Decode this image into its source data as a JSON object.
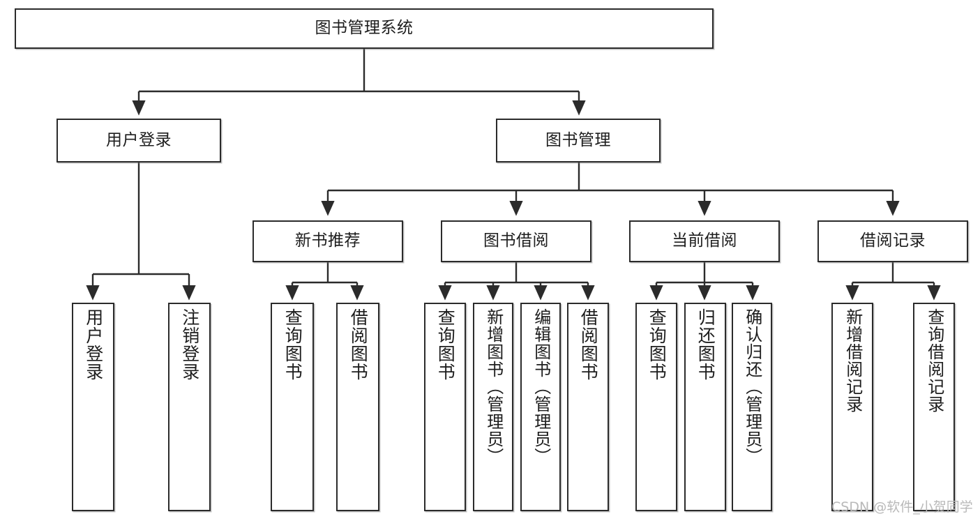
{
  "diagram": {
    "title": "图书管理系统",
    "watermark": "CSDN @软件_小贺同学",
    "colors": {
      "box_border": "#2b2b2b",
      "box_fill": "#ffffff",
      "connector": "#2b2b2b",
      "watermark": "#b9b9b9",
      "background": "#ffffff"
    },
    "root": {
      "label": "图书管理系统"
    },
    "level2": [
      {
        "label": "用户登录"
      },
      {
        "label": "图书管理"
      }
    ],
    "level3": [
      {
        "label": "新书推荐"
      },
      {
        "label": "图书借阅"
      },
      {
        "label": "当前借阅"
      },
      {
        "label": "借阅记录"
      }
    ],
    "leaves": {
      "user_login": [
        {
          "label": "用户登录"
        },
        {
          "label": "注销登录"
        }
      ],
      "new_book_recommend": [
        {
          "label": "查询图书"
        },
        {
          "label": "借阅图书"
        }
      ],
      "book_borrow": [
        {
          "label": "查询图书"
        },
        {
          "label": "新增图书（管理员）"
        },
        {
          "label": "编辑图书（管理员）"
        },
        {
          "label": "借阅图书"
        }
      ],
      "current_borrow": [
        {
          "label": "查询图书"
        },
        {
          "label": "归还图书"
        },
        {
          "label": "确认归还（管理员）"
        }
      ],
      "borrow_record": [
        {
          "label": "新增借阅记录"
        },
        {
          "label": "查询借阅记录"
        }
      ]
    }
  }
}
